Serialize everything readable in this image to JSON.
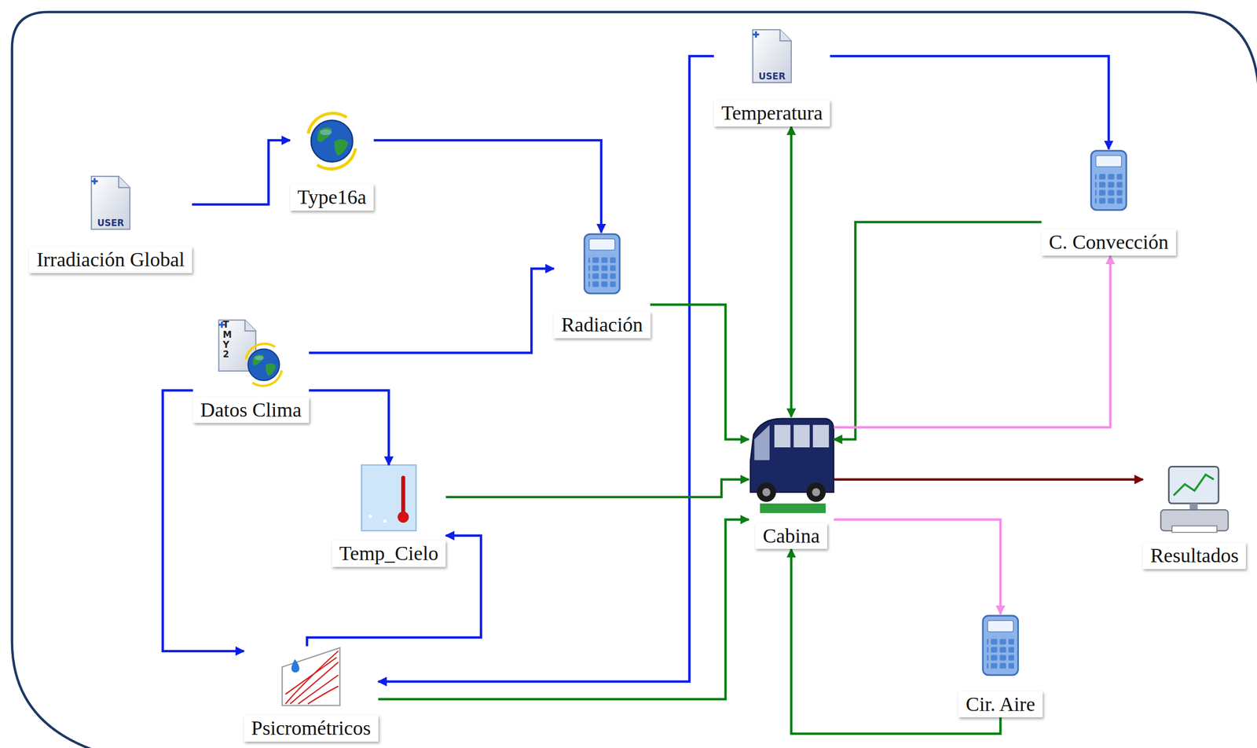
{
  "diagram": {
    "nodes": [
      {
        "text": [
          "USER",
          "Temperatura"
        ]
      },
      {
        "text": [
          "Type16a"
        ]
      },
      {
        "text": [
          "USER",
          "Irradiación Global"
        ]
      },
      {
        "text": [
          "C. Convección"
        ]
      },
      {
        "text": [
          "Radiación"
        ]
      },
      {
        "text": [
          "TMY2",
          "Datos Clima"
        ]
      },
      {
        "text": [
          "Cabina"
        ]
      },
      {
        "text": [
          "Resultados"
        ]
      },
      {
        "text": [
          "Temp_Cielo"
        ]
      },
      {
        "text": [
          "Cir. Aire"
        ]
      },
      {
        "text": [
          "Psicrométricos"
        ]
      }
    ],
    "edges": [
      {
        "from": 2,
        "to": 1,
        "arrow": "to"
      },
      {
        "from": 1,
        "to": 4,
        "arrow": "to"
      },
      {
        "from": 5,
        "to": 4,
        "arrow": "to"
      },
      {
        "from": 5,
        "to": 8,
        "arrow": "to"
      },
      {
        "from": 5,
        "to": 10,
        "arrow": "to"
      },
      {
        "from": 10,
        "to": 8,
        "arrow": "to"
      },
      {
        "from": 0,
        "to": 10,
        "arrow": "to"
      },
      {
        "from": 0,
        "to": 3,
        "arrow": "to"
      },
      {
        "from": 4,
        "to": 6,
        "arrow": "to"
      },
      {
        "from": 8,
        "to": 6,
        "arrow": "to"
      },
      {
        "from": 10,
        "to": 6,
        "arrow": "to"
      },
      {
        "from": 6,
        "to": 0,
        "arrow": "both"
      },
      {
        "from": 3,
        "to": 6,
        "arrow": "to"
      },
      {
        "from": 6,
        "to": 3,
        "arrow": "to"
      },
      {
        "from": 6,
        "to": 9,
        "arrow": "to"
      },
      {
        "from": 9,
        "to": 6,
        "arrow": "to"
      },
      {
        "from": 6,
        "to": 7,
        "arrow": "to"
      }
    ]
  }
}
